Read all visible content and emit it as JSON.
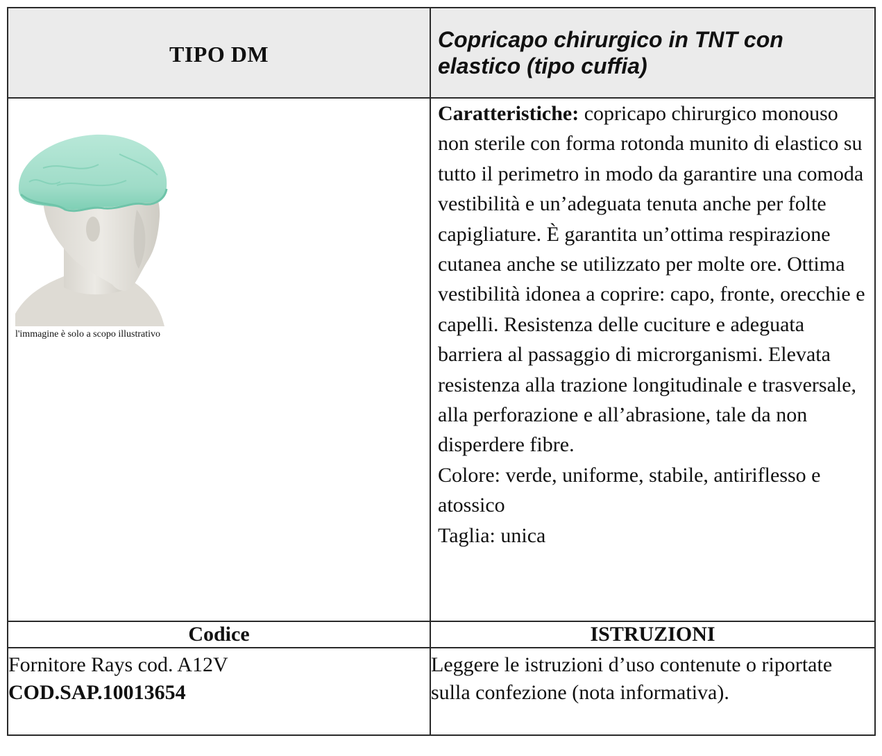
{
  "header": {
    "left": "TIPO DM",
    "right": "Copricapo chirurgico  in TNT con elastico (tipo cuffia)"
  },
  "image": {
    "subject": "green non-woven bouffant surgical cap on mannequin head",
    "colors": {
      "cap": "#9fdcc8",
      "cap_shadow": "#6ec4a9",
      "head": "#e8e6e1",
      "head_shadow": "#c9c6bf"
    },
    "caption": "l'immagine è solo a scopo illustrativo"
  },
  "description": {
    "lead_label": "Caratteristiche:",
    "lead_text": " copricapo chirurgico monouso non sterile con forma rotonda munito di elastico su tutto il perimetro in modo da garantire una comoda vestibilità e un’adeguata tenuta anche per folte capigliature. È garantita un’ottima respirazione cutanea anche se utilizzato per molte ore. Ottima vestibilità idonea a coprire: capo, fronte, orecchie e capelli. Resistenza delle cuciture e adeguata barriera al passaggio di microrganismi. Elevata resistenza alla trazione longitudinale e trasversale, alla perforazione e all’abrasione, tale da non disperdere fibre.",
    "color_line": "Colore: verde, uniforme, stabile, antiriflesso e atossico",
    "size_line": "Taglia: unica"
  },
  "subheader": {
    "left": "Codice",
    "right": "ISTRUZIONI"
  },
  "code": {
    "supplier": "Fornitore Rays cod. A12V",
    "sap": "COD.SAP.10013654"
  },
  "instructions": {
    "text": "Leggere le istruzioni d’uso contenute o riportate sulla confezione (nota informativa)."
  }
}
